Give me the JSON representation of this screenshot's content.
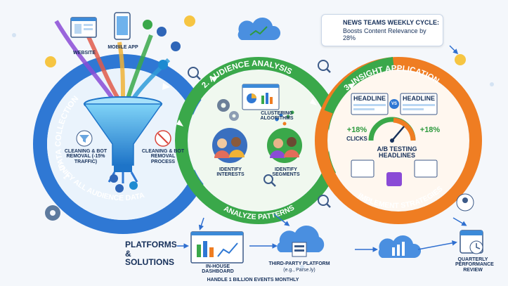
{
  "callout": {
    "title": "NEWS TEAMS WEEKLY CYCLE:",
    "body": "Boosts Content Relevance by 28%"
  },
  "stages": {
    "collection": {
      "title": "1. DATA COLLECTION",
      "bottom": "UNIFY ALL AUDIENCE DATA",
      "sources": [
        "WEBSITE",
        "MOBILE APP"
      ],
      "cleaning_left": "CLEANING & BOT REMOVAL (-15% TRAFFIC)",
      "cleaning_right": "CLEANING & BOT REMOVAL PROCESS"
    },
    "analysis": {
      "title": "2. AUDIENCE ANALYSIS",
      "bottom": "ANALYZE PATTERNS",
      "clustering": "CLUSTERING ALGORITHMS",
      "interests": "IDENTIFY INTERESTS",
      "segments": "IDENTIFY SEGMENTS"
    },
    "insight": {
      "title": "3. INSIGHT APPLICATION",
      "bottom": "IMPLEMENT STRATEGIES",
      "headline_a": "HEADLINE",
      "headline_b": "HEADLINE",
      "vs": "VS",
      "lift_left": "+18%",
      "clicks": "CLICKS",
      "lift_right": "+18%",
      "ab_testing": "A/B TESTING HEADLINES"
    }
  },
  "platforms": {
    "heading": "PLATFORMS & SOLUTIONS",
    "inhouse": "IN-HOUSE DASHBOARD",
    "third_party": "THIRD-PARTY PLATFORM",
    "third_party_example": "(e.g., Parse.ly)",
    "events": "HANDLE 1 BILLION EVENTS MONTHLY"
  },
  "review": "QUARTERLY PERFORMANCE REVIEW",
  "colors": {
    "blue": "#2f78d4",
    "green": "#3aa84a",
    "orange": "#ef7d22",
    "navy": "#16305a"
  }
}
